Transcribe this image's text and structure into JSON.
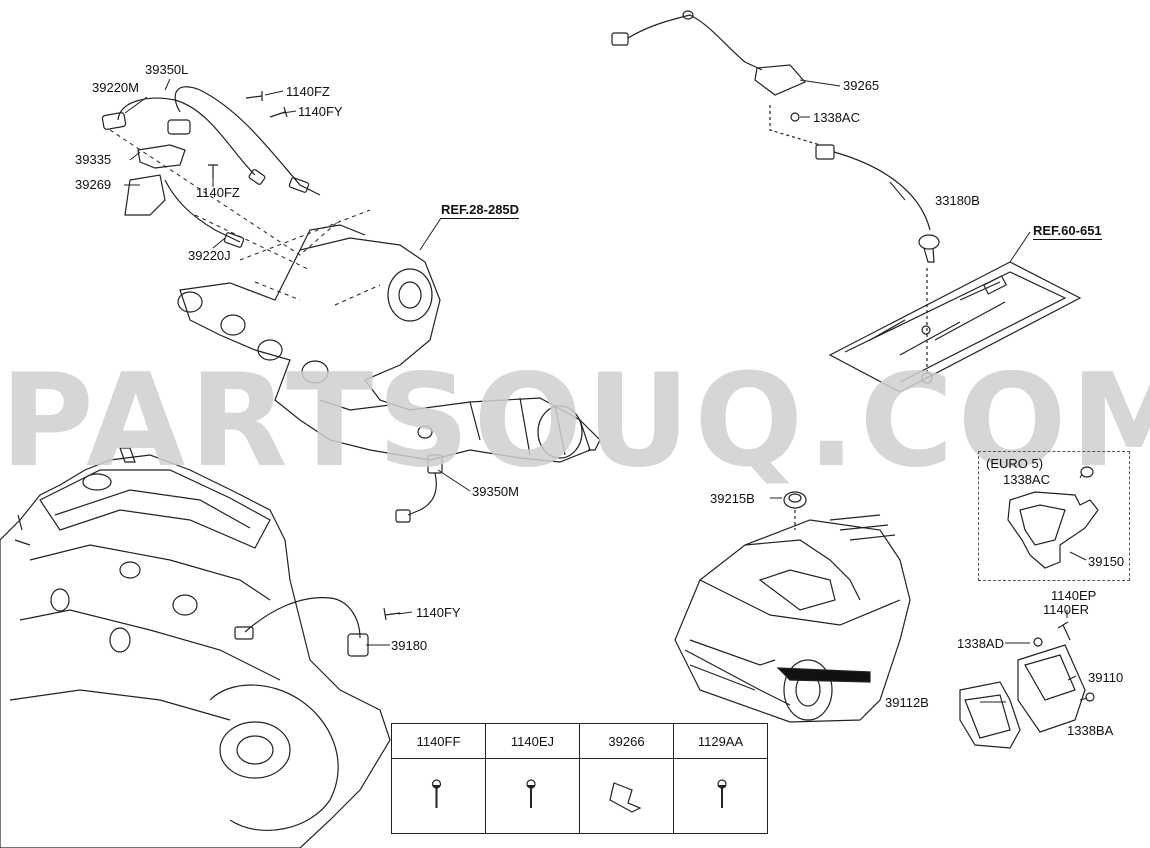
{
  "callouts": {
    "c39350L": "39350L",
    "c39220M": "39220M",
    "c1140FZ_a": "1140FZ",
    "c1140FY_a": "1140FY",
    "c39335": "39335",
    "c39269": "39269",
    "c1140FZ_b": "1140FZ",
    "c39220J": "39220J",
    "c39350M": "39350M",
    "c1140FY_b": "1140FY",
    "c39180": "39180",
    "c39265": "39265",
    "c1338AC_a": "1338AC",
    "c33180B": "33180B",
    "c39215B": "39215B",
    "c1338AC_b": "1338AC",
    "c39150": "39150",
    "c1140EP": "1140EP",
    "c1140ER": "1140ER",
    "c1338AD": "1338AD",
    "c39110": "39110",
    "c39112B": "39112B",
    "c1338BA": "1338BA"
  },
  "references": {
    "ref_turbo": "REF.28-285D",
    "ref_floor": "REF.60-651"
  },
  "euro_box": {
    "title": "(EURO 5)"
  },
  "parts_table": {
    "headers": [
      "1140FF",
      "1140EJ",
      "39266",
      "1129AA"
    ],
    "icons": [
      "bolt-icon",
      "bolt-icon",
      "bracket-icon",
      "bolt-icon"
    ]
  },
  "watermark": "PARTSOUQ.COM"
}
